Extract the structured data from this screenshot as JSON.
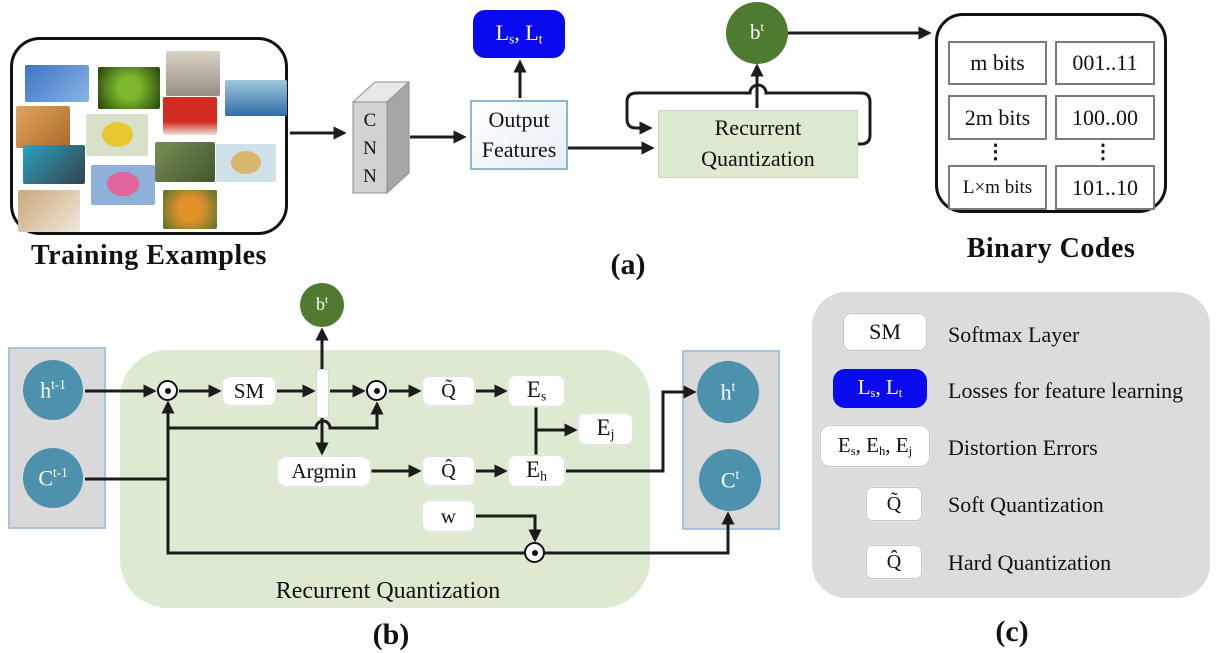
{
  "figure": {
    "panel_a": {
      "caption": "(a)",
      "training": {
        "label": "Training Examples",
        "images": [
          "airplane",
          "frog",
          "horse",
          "ship",
          "cat",
          "truck",
          "bird",
          "deer",
          "retriever-dog",
          "car",
          "flowers",
          "beagle-dog",
          "butterfly"
        ]
      },
      "cnn": {
        "l1": "C",
        "l2": "N",
        "l3": "N"
      },
      "output_features": {
        "line1": "Output",
        "line2": "Features"
      },
      "losses": {
        "b1": "L",
        "s1": "s",
        "sep": ", ",
        "b2": "L",
        "s2": "t"
      },
      "rq": {
        "line1": "Recurrent",
        "line2": "Quantization"
      },
      "bt": {
        "base": "b",
        "sup": "t"
      },
      "binary": {
        "label": "Binary Codes",
        "rows": [
          {
            "bits": "m bits",
            "code": "001..11"
          },
          {
            "bits": "2m bits",
            "code": "100..00"
          },
          {
            "bits": "⋮",
            "code": "⋮"
          },
          {
            "bits": "L×m bits",
            "code": "101..10"
          }
        ]
      }
    },
    "panel_b": {
      "caption": "(b)",
      "h_prev": {
        "base": "h",
        "sup": "t-1"
      },
      "c_prev": {
        "base": "C",
        "sup": "t-1"
      },
      "bt": {
        "base": "b",
        "sup": "t"
      },
      "sm": "SM",
      "argmin": "Argmin",
      "soft_q": "Q̃",
      "hard_q": "Q̂",
      "e_s": {
        "base": "E",
        "sub": "s"
      },
      "e_j": {
        "base": "E",
        "sub": "j"
      },
      "e_h": {
        "base": "E",
        "sub": "h"
      },
      "w": "w",
      "rq_label": "Recurrent Quantization",
      "h_next": {
        "base": "h",
        "sup": "t"
      },
      "c_next": {
        "base": "C",
        "sup": "t"
      }
    },
    "legend": {
      "caption": "(c)",
      "sm": {
        "key": "SM",
        "desc": "Softmax Layer"
      },
      "losses": {
        "b1": "L",
        "s1": "s",
        "sep": ", ",
        "b2": "L",
        "s2": "t",
        "desc": "Losses for feature learning"
      },
      "errors": {
        "b1": "E",
        "s1": "s",
        "sep1": ", ",
        "b2": "E",
        "s2": "h",
        "sep2": ", ",
        "b3": "E",
        "s3": "j",
        "desc": "Distortion Errors"
      },
      "soft_q": {
        "key": "Q̃",
        "desc": "Soft Quantization"
      },
      "hard_q": {
        "key": "Q̂",
        "desc": "Hard Quantization"
      }
    },
    "colors": {
      "loss_blue": "#0a0aee",
      "state_circle_blue": "#4e91ad",
      "code_circle_green": "#4e7b2f",
      "rq_light_green": "#dcead2",
      "state_panel_gray": "#d9d9d9",
      "legend_gray": "#dcdcdc",
      "arrow_black": "#1c1c1c"
    }
  }
}
